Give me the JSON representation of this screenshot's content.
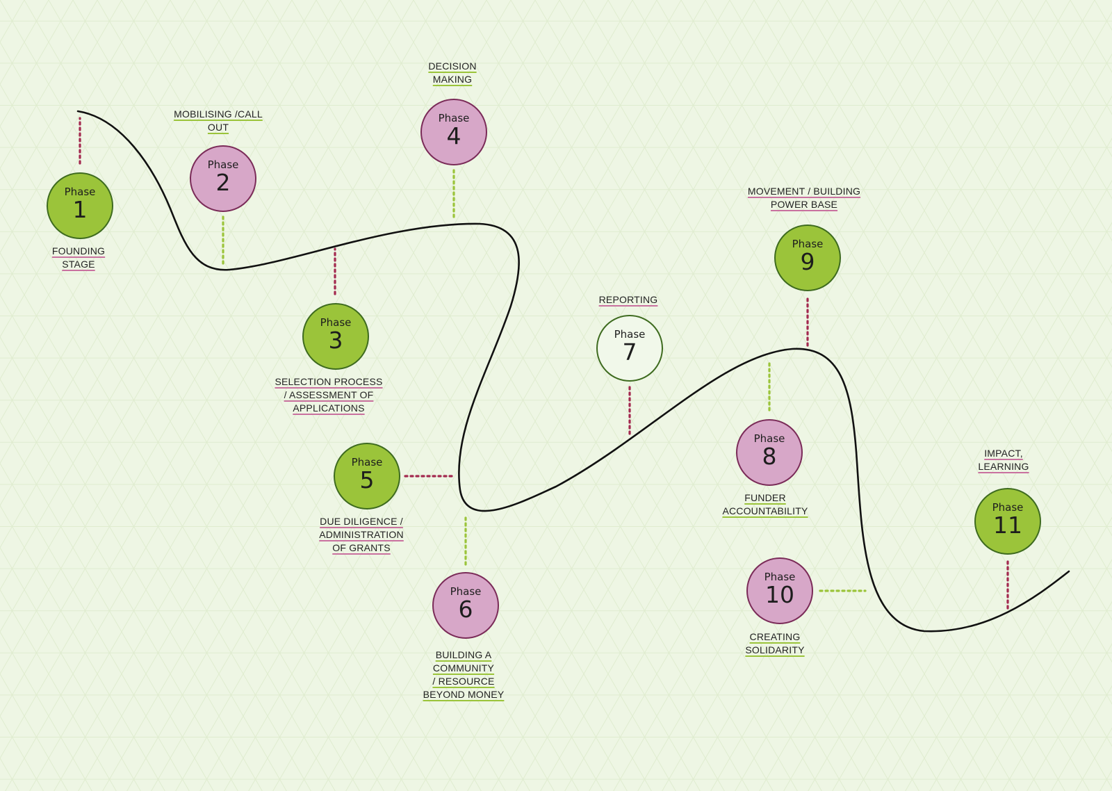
{
  "colors": {
    "background": "#eef6e4",
    "green_fill": "#9bc43a",
    "pink_fill": "#d7a7c8",
    "white_fill": "#f1f8ea",
    "connector_green": "#9bc43a",
    "connector_red": "#a3294f",
    "path": "#111111"
  },
  "phases": [
    {
      "word": "Phase",
      "number": "1",
      "style": "green",
      "label": [
        "FOUNDING",
        "STAGE"
      ]
    },
    {
      "word": "Phase",
      "number": "2",
      "style": "pink",
      "label": [
        "MOBILISING /CALL",
        "OUT"
      ]
    },
    {
      "word": "Phase",
      "number": "3",
      "style": "green",
      "label": [
        "SELECTION PROCESS",
        "/ ASSESSMENT OF",
        "APPLICATIONS"
      ]
    },
    {
      "word": "Phase",
      "number": "4",
      "style": "pink",
      "label": [
        "DECISION",
        "MAKING"
      ]
    },
    {
      "word": "Phase",
      "number": "5",
      "style": "green",
      "label": [
        "DUE DILIGENCE /",
        "ADMINISTRATION",
        "OF GRANTS"
      ]
    },
    {
      "word": "Phase",
      "number": "6",
      "style": "pink",
      "label": [
        "BUILDING A",
        "COMMUNITY",
        "/ RESOURCE",
        "BEYOND MONEY"
      ]
    },
    {
      "word": "Phase",
      "number": "7",
      "style": "white",
      "label": [
        "REPORTING"
      ]
    },
    {
      "word": "Phase",
      "number": "8",
      "style": "pink",
      "label": [
        "FUNDER",
        "ACCOUNTABILITY"
      ]
    },
    {
      "word": "Phase",
      "number": "9",
      "style": "green",
      "label": [
        "MOVEMENT / BUILDING",
        "POWER BASE"
      ]
    },
    {
      "word": "Phase",
      "number": "10",
      "style": "pink",
      "label": [
        "CREATING",
        "SOLIDARITY"
      ]
    },
    {
      "word": "Phase",
      "number": "11",
      "style": "green",
      "label": [
        "IMPACT,",
        "LEARNING"
      ]
    }
  ]
}
